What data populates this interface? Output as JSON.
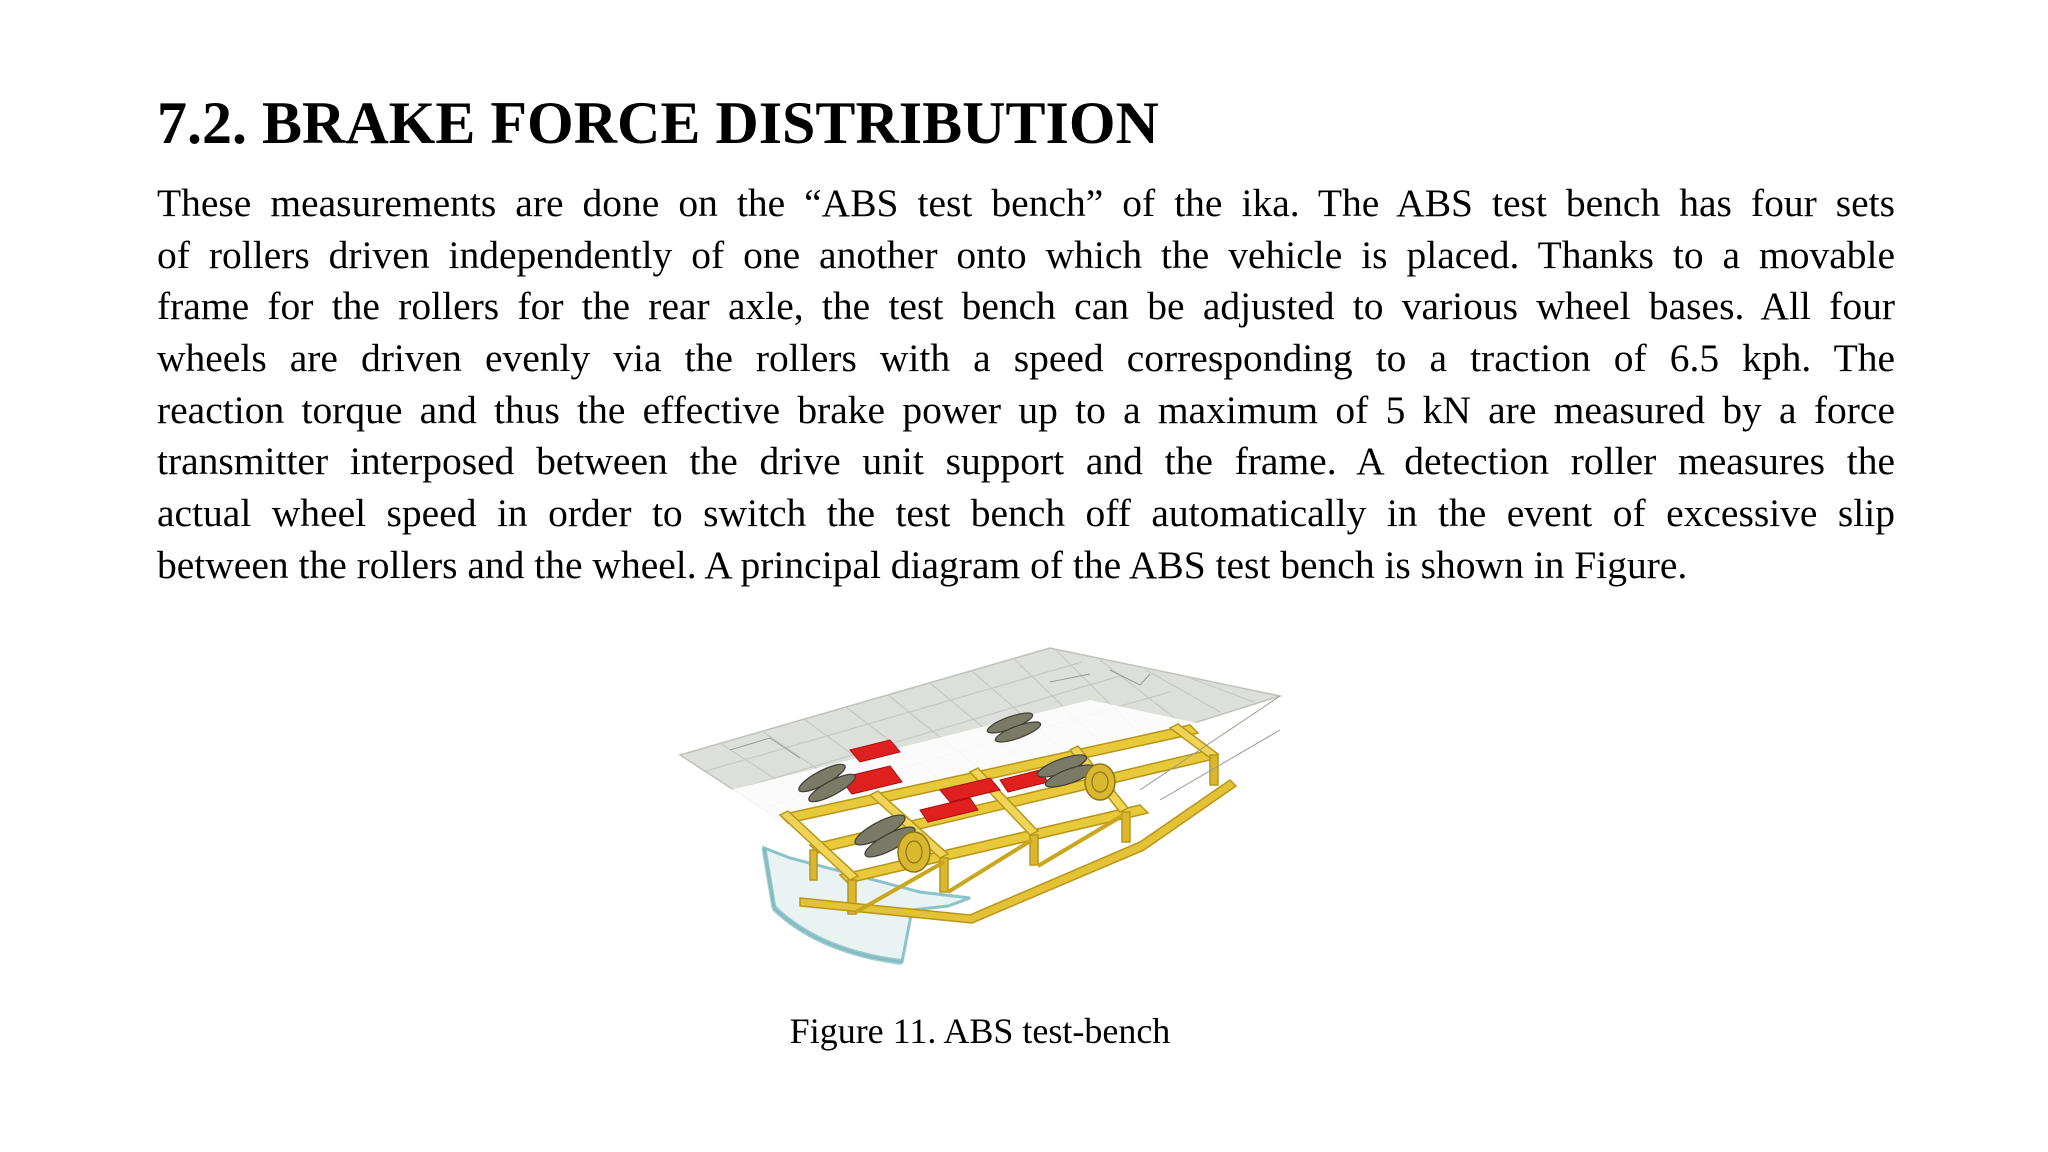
{
  "document": {
    "heading": "7.2. BRAKE FORCE DISTRIBUTION",
    "paragraph_lines": [
      "These measurements are done on the “ABS test bench” of the ika. The ABS test bench has four sets",
      "of rollers driven independently of one another onto which the vehicle is placed. Thanks to a movable",
      "frame for the rollers for the rear axle, the test bench can be adjusted to various wheel bases. All four",
      "wheels are driven evenly via the rollers with a speed corresponding to a traction of 6.5 kph. The",
      "reaction torque and thus the effective brake power up to a maximum of 5 kN are measured by a force",
      "transmitter interposed between the drive unit support and the frame. A detection roller measures the",
      "actual wheel speed in order to switch the test bench off automatically in the event of excessive slip",
      "between the rollers and the wheel. A principal diagram of the ABS test bench is shown in Figure."
    ],
    "figure_caption": "Figure 11. ABS test-bench"
  },
  "figure": {
    "icon": "abs-test-bench-illustration",
    "colors": {
      "frame": "#e8c93a",
      "frame_dark": "#c9a61c",
      "brake_blocks": "#e01f1f",
      "floor_plates": "#d9dcd6",
      "pit": "#b9d8dc",
      "rollers": "#6b6b5a"
    }
  }
}
